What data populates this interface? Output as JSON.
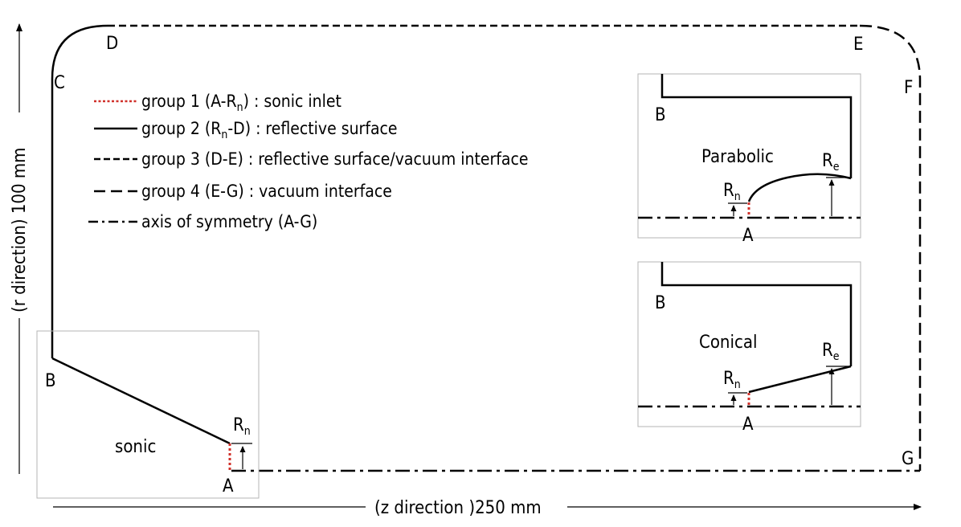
{
  "domain_view": "nozzle-domain-boundary-diagram",
  "points": {
    "A_main": "A",
    "B_main": "B",
    "C": "C",
    "D": "D",
    "E": "E",
    "F": "F",
    "G": "G",
    "A_parabolic": "A",
    "B_parabolic": "B",
    "A_conical": "A",
    "B_conical": "B"
  },
  "radii": {
    "Rn_base": "R",
    "Rn_sub": "n",
    "Re_base": "R",
    "Re_sub": "e"
  },
  "inset_titles": {
    "sonic": "sonic",
    "parabolic": "Parabolic",
    "conical": "Conical"
  },
  "axes": {
    "r_axis": "(r direction) 100 mm",
    "z_axis": "(z direction )250 mm"
  },
  "legend": [
    {
      "style": "dotted-red",
      "pre": "group 1 (A-R",
      "sub": "n",
      "post": ") : sonic inlet"
    },
    {
      "style": "solid",
      "pre": "group 2 (R",
      "sub": "n",
      "post": "-D) : reflective surface"
    },
    {
      "style": "short-dash",
      "pre": "group 3 (D-E)  : reflective surface/vacuum interface",
      "sub": "",
      "post": ""
    },
    {
      "style": "long-dash",
      "pre": "group 4 (E-G)  : vacuum interface",
      "sub": "",
      "post": ""
    },
    {
      "style": "dash-dot",
      "pre": "axis of symmetry (A-G)",
      "sub": "",
      "post": ""
    }
  ],
  "colors": {
    "stroke": "#000000",
    "inlet": "#d0302a",
    "inset_border": "#b4b4b4"
  }
}
